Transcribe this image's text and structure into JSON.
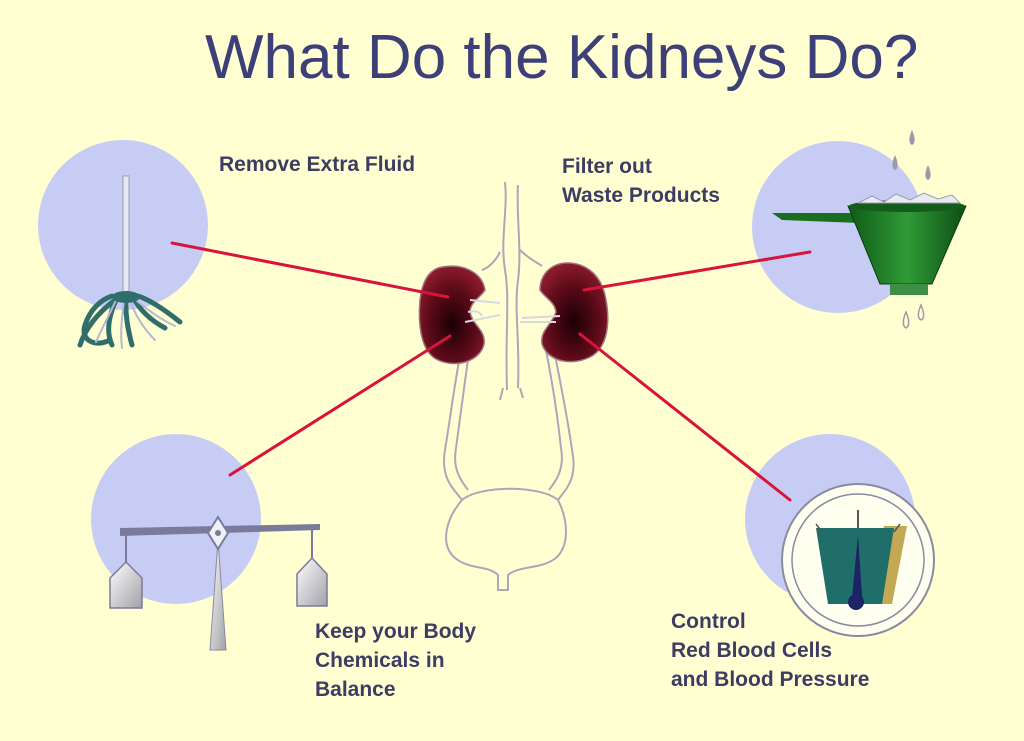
{
  "title": "What Do the Kidneys Do?",
  "labels": {
    "remove_fluid": "Remove Extra Fluid",
    "filter_waste": [
      "Filter out",
      "Waste Products"
    ],
    "balance": [
      "Keep your Body",
      "Chemicals in",
      "Balance"
    ],
    "control": [
      "Control",
      "Red Blood Cells",
      "and Blood Pressure"
    ]
  },
  "colors": {
    "background": "#ffffd1",
    "title": "#3d3f78",
    "circle": "#c7ccf5",
    "connector": "#d9143a",
    "kidney": "#6b0f1e"
  },
  "icons": [
    "mop-icon",
    "funnel-icon",
    "balance-scale-icon",
    "gauge-icon",
    "kidneys-diagram"
  ]
}
